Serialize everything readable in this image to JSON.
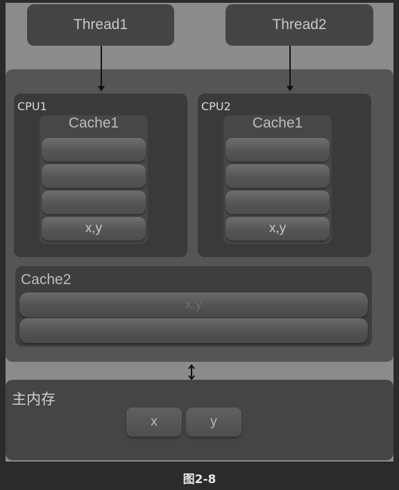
{
  "threads": [
    {
      "label": "Thread1"
    },
    {
      "label": "Thread2"
    }
  ],
  "cpus": [
    {
      "label": "CPU1",
      "cache_title": "Cache1",
      "lines": [
        "",
        "",
        "",
        "x,y"
      ]
    },
    {
      "label": "CPU2",
      "cache_title": "Cache1",
      "lines": [
        "",
        "",
        "",
        "x,y"
      ]
    }
  ],
  "cache2": {
    "title": "Cache2",
    "lines": [
      "x,y",
      ""
    ]
  },
  "main_memory": {
    "title": "主内存",
    "cells": [
      "x",
      "y"
    ]
  },
  "caption": "图2-8",
  "colors": {
    "background": "#2b2b2b",
    "canvas": "#8b8b8b",
    "board": "#555555",
    "box": "#3a3a3a"
  },
  "icons": [
    "down-arrow-icon",
    "up-down-arrow-icon"
  ]
}
